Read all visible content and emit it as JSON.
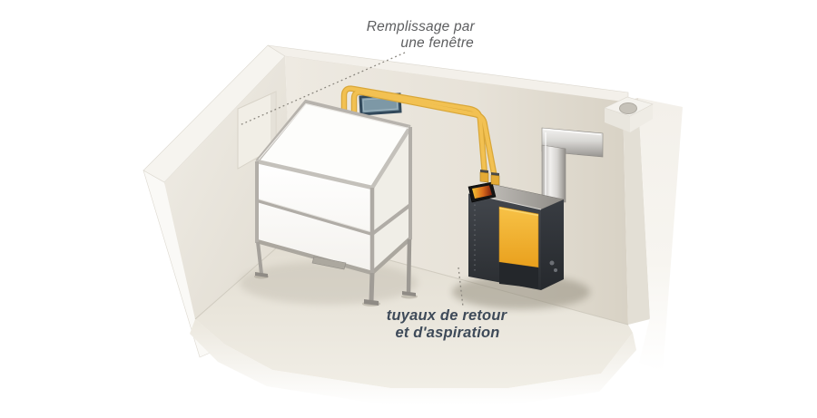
{
  "diagram": {
    "type": "isometric-cutaway-room",
    "subject": "pellet-boiler-installation-with-fabric-silo",
    "annotations": {
      "filling": {
        "line1": "Remplissage par",
        "line2": "une fenêtre",
        "color": "#5d5e60"
      },
      "pipes": {
        "line1": "tuyaux de retour",
        "line2": "et d'aspiration",
        "color": "#3e4a59"
      }
    },
    "colors": {
      "background": "#ffffff",
      "wall_light": "#efece4",
      "wall_dark": "#d8d2c5",
      "floor": "#e9e5da",
      "cut_face": "#f8f6f2",
      "tube_outer": "#d9a739",
      "tube_inner": "#f2c152",
      "boiler_body": "#34373c",
      "boiler_door_top": "#f7c247",
      "boiler_door_bottom": "#e9a01d",
      "metal_frame": "#b4b1ab",
      "window_plate_fill": "#7d98a6",
      "window_plate_border": "#31485a"
    },
    "components": [
      {
        "name": "pellet-silo"
      },
      {
        "name": "pellet-boiler"
      },
      {
        "name": "boiler-control-panel"
      },
      {
        "name": "flue-duct"
      },
      {
        "name": "suction-tubes"
      },
      {
        "name": "filling-plate"
      },
      {
        "name": "window-recess"
      },
      {
        "name": "chimney-hole"
      }
    ]
  }
}
